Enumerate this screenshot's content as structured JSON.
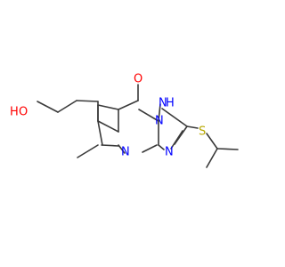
{
  "molecule": {
    "atoms": [
      {
        "id": "O1",
        "label": "O",
        "color": "#ff0000"
      },
      {
        "id": "H1",
        "label": "H",
        "color": "#ff0000"
      },
      {
        "id": "N1",
        "label": "N",
        "color": "#0000ff"
      },
      {
        "id": "H2",
        "label": "H",
        "color": "#0000ff"
      },
      {
        "id": "N2",
        "label": "N",
        "color": "#0000ff"
      },
      {
        "id": "N3",
        "label": "N",
        "color": "#0000ff"
      },
      {
        "id": "N4",
        "label": "N",
        "color": "#0000ff"
      },
      {
        "id": "S1",
        "label": "S",
        "color": "#b8a800"
      }
    ],
    "bond_color": "#3a3a3a"
  }
}
